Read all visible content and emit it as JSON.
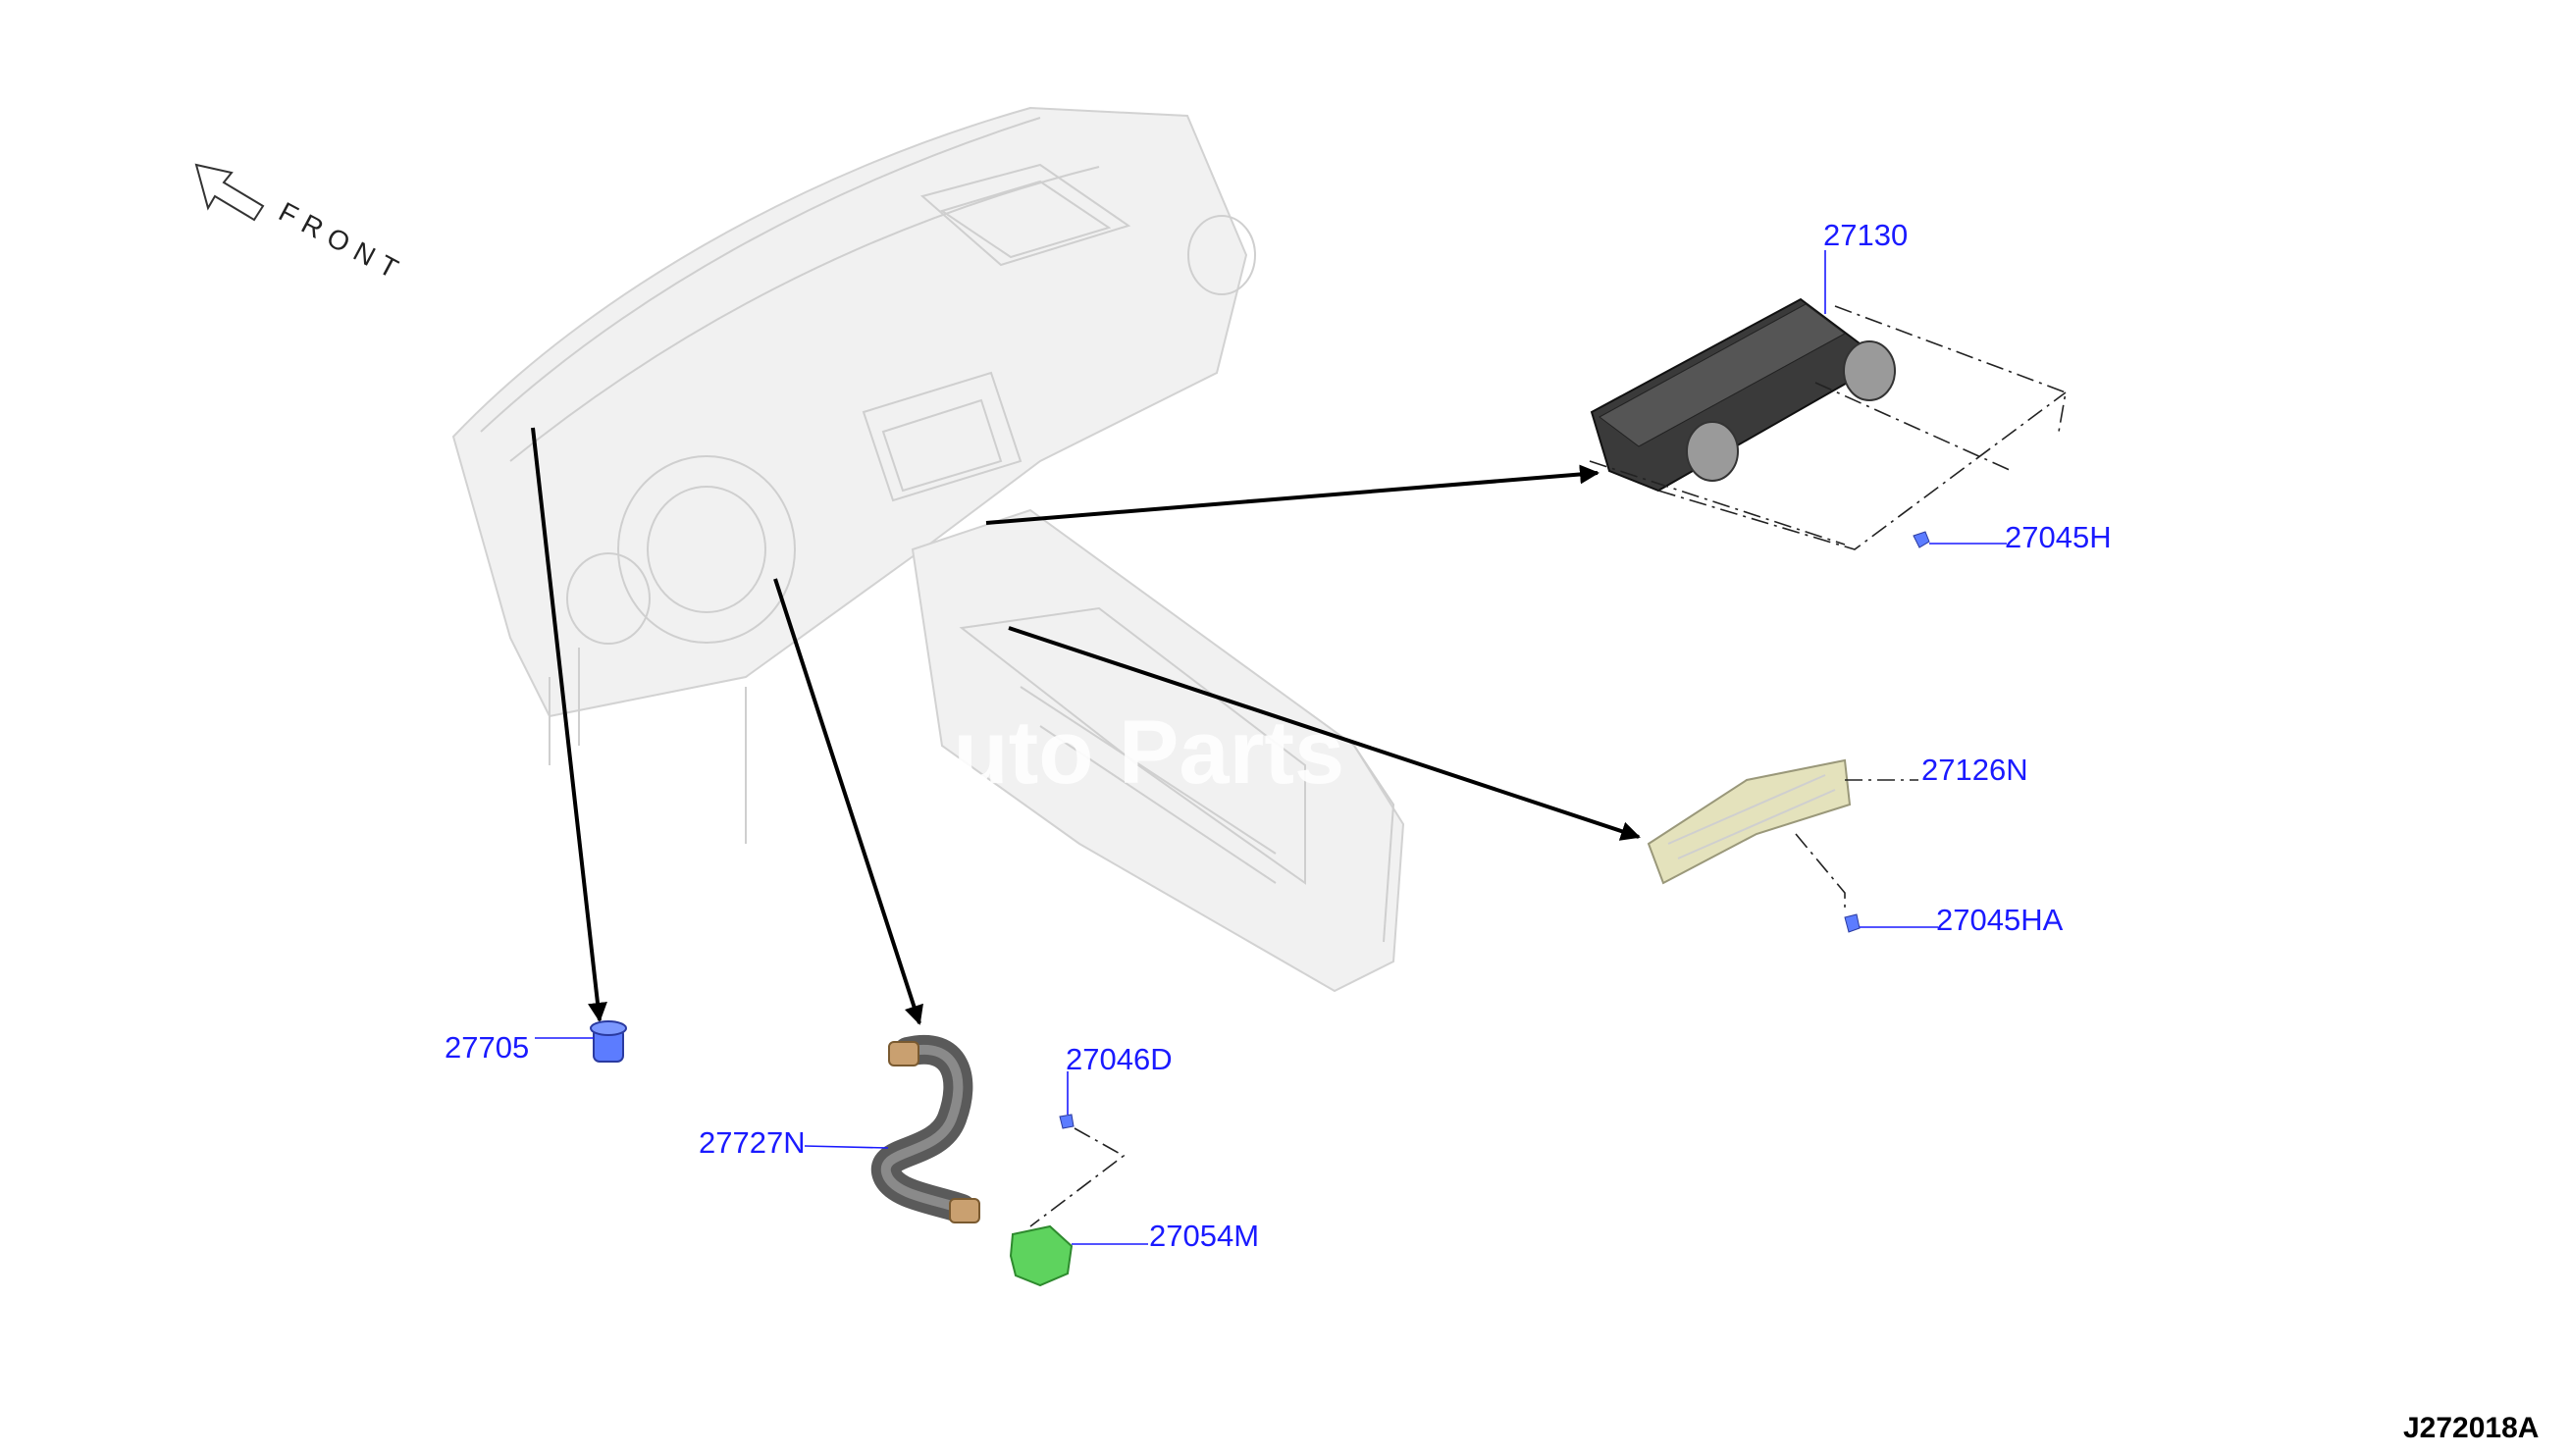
{
  "orientation": {
    "front_label": "FRONT",
    "icon": "front-arrow-icon"
  },
  "callouts": {
    "p27130": "27130",
    "p27045H": "27045H",
    "p27126N": "27126N",
    "p27045HA": "27045HA",
    "p27705": "27705",
    "p27727N": "27727N",
    "p27046D": "27046D",
    "p27054M": "27054M"
  },
  "watermark": "Auto Parts",
  "reference_code": "J272018A",
  "colors": {
    "callout_text": "#1a1aff",
    "clip": "#5c7cff",
    "sensor": "#5ed35e",
    "hose": "#5a5a5a",
    "hose_end": "#c9a070",
    "control_unit": "#3a3a3a",
    "display_module": "#e4e2bc"
  }
}
